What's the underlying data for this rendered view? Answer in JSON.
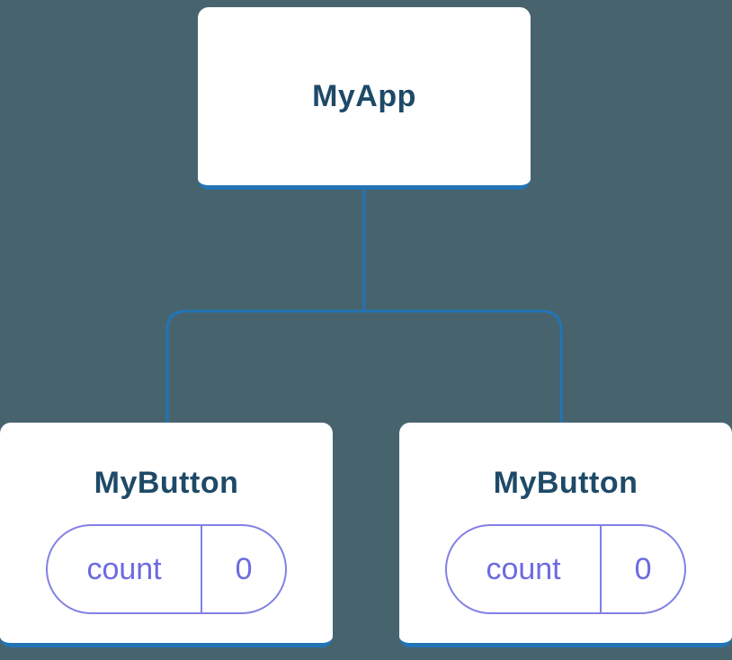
{
  "diagram": {
    "type": "component-tree",
    "root": {
      "title": "MyApp"
    },
    "children": [
      {
        "title": "MyButton",
        "state": {
          "key": "count",
          "value": "0"
        }
      },
      {
        "title": "MyButton",
        "state": {
          "key": "count",
          "value": "0"
        }
      }
    ]
  },
  "colors": {
    "background": "#47646e",
    "connector": "#2274b5",
    "card_background": "#ffffff",
    "card_title": "#1e4a68",
    "state_accent": "#6d6ae0"
  }
}
